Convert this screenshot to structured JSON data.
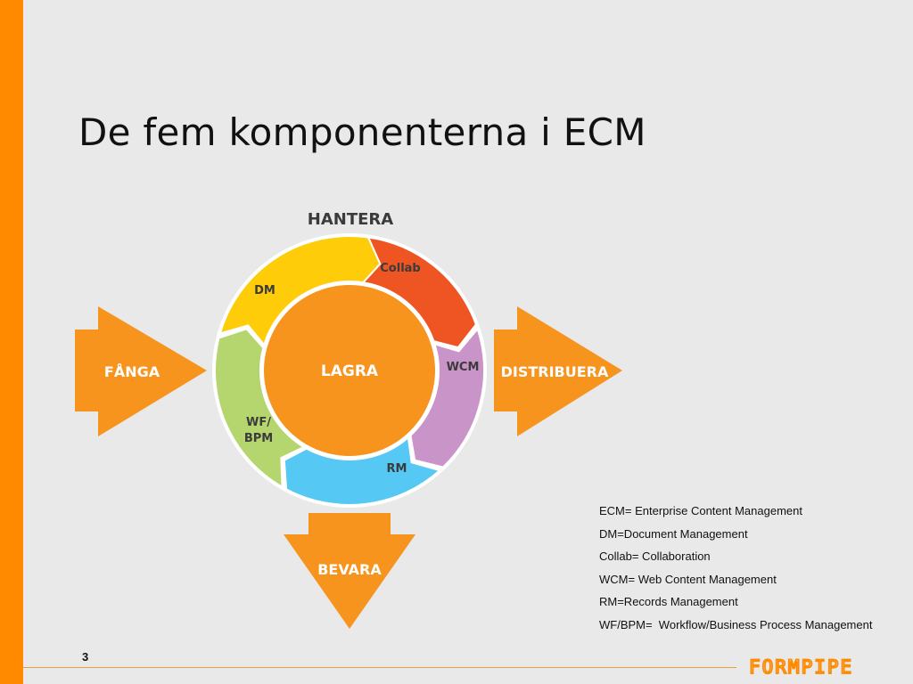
{
  "slide": {
    "title": "De fem komponenterna i ECM",
    "page_number": "3"
  },
  "diagram": {
    "top_label": "HANTERA",
    "center_label": "LAGRA",
    "segments": [
      {
        "key": "collab",
        "label": "Collab",
        "color": "#ef5423"
      },
      {
        "key": "wcm",
        "label": "WCM",
        "color": "#c994c7"
      },
      {
        "key": "rm",
        "label": "RM",
        "color": "#55c8f3"
      },
      {
        "key": "wfbpm",
        "label": "WF/\nBPM",
        "color": "#b5d66e"
      },
      {
        "key": "dm",
        "label": "DM",
        "color": "#fecc09"
      }
    ],
    "arrows": {
      "capture": "FÅNGA",
      "distribute": "DISTRIBUERA",
      "preserve": "BEVARA"
    },
    "colors": {
      "arrow": "#f7941d",
      "center": "#f7941d",
      "label_text": "#3b3b3b",
      "white_text": "#ffffff"
    }
  },
  "legend": [
    "ECM= Enterprise Content Management",
    "DM=Document Management",
    "Collab= Collaboration",
    "WCM= Web Content Management",
    "RM=Records Management",
    "WF/BPM=  Workflow/Business Process Management"
  ],
  "brand": {
    "logo_text": "FORMPIPE",
    "accent_color": "#ff8a00"
  }
}
